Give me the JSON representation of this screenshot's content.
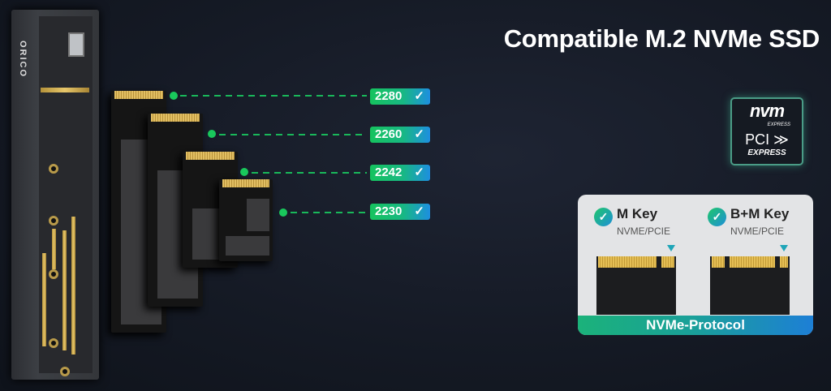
{
  "title": "Compatible M.2 NVMe SSD",
  "enclosure": {
    "brand": "ORICO"
  },
  "sizes": [
    {
      "label": "2280",
      "check": "✓"
    },
    {
      "label": "2260",
      "check": "✓"
    },
    {
      "label": "2242",
      "check": "✓"
    },
    {
      "label": "2230",
      "check": "✓"
    }
  ],
  "logo": {
    "nvm": "nvm",
    "nvm_sub": "EXPRESS",
    "pci": "PCI ≫",
    "pci_sub": "EXPRESS"
  },
  "keys": [
    {
      "label": "M Key",
      "sub": "NVME/PCIE",
      "check": "✓"
    },
    {
      "label": "B+M Key",
      "sub": "NVME/PCIE",
      "check": "✓"
    }
  ],
  "protocol": "NVMe-Protocol",
  "colors": {
    "green": "#19c85c",
    "blue": "#1d8fe0",
    "background": "#151a25"
  }
}
